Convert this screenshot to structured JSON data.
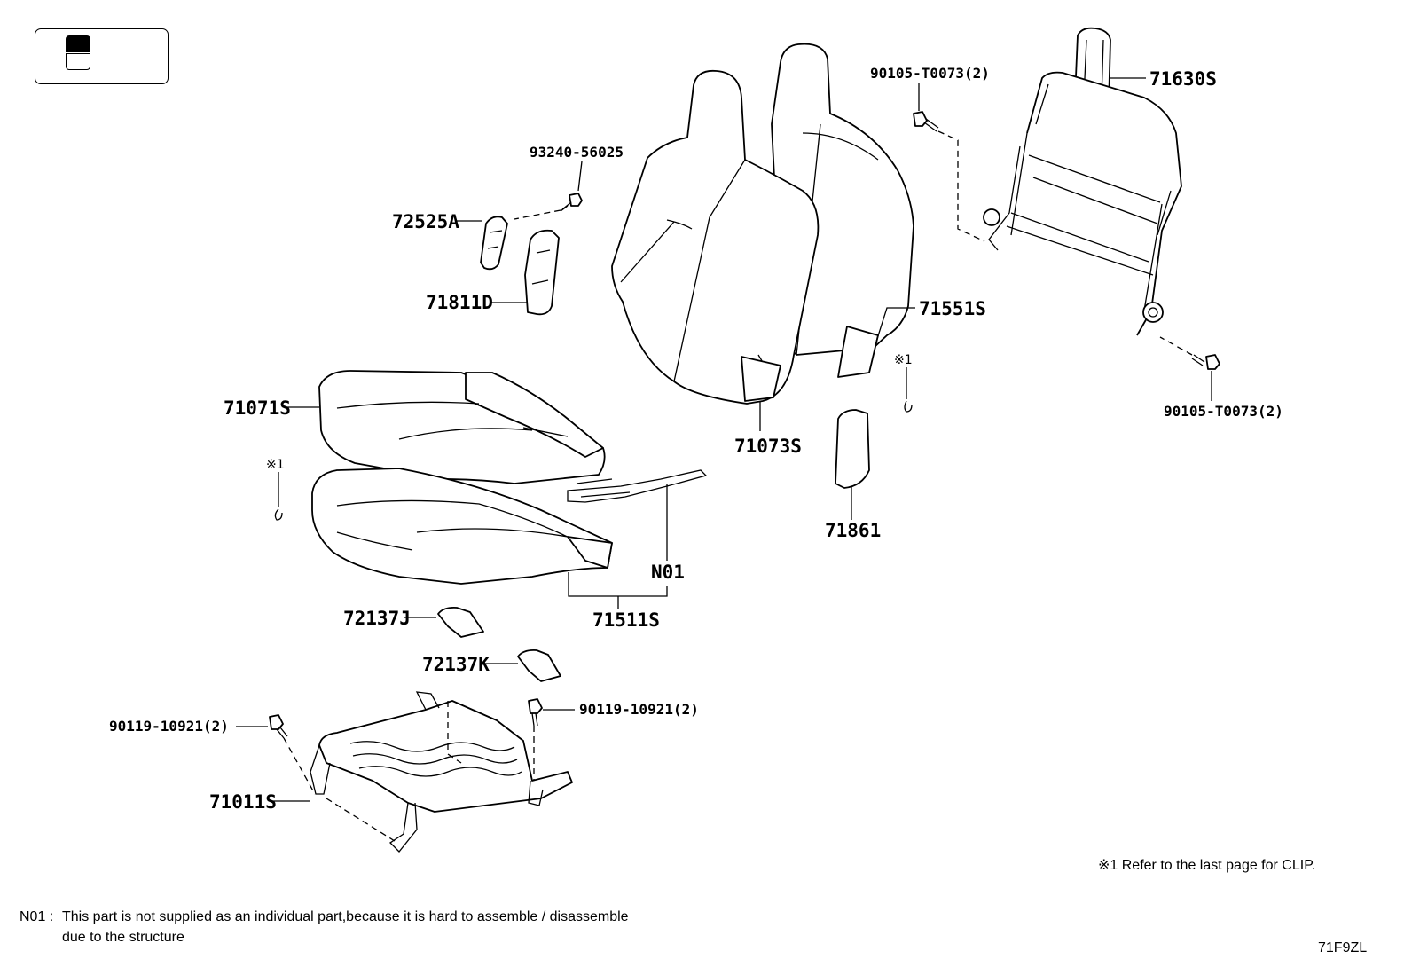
{
  "legend": {
    "dark_swatch": "#000000",
    "light_swatch": "#ffffff"
  },
  "labels": {
    "p93240": "93240-56025",
    "p72525a": "72525A",
    "p71811d": "71811D",
    "p71071s": "71071S",
    "p71073s": "71073S",
    "p71551s": "71551S",
    "p90105_top": "90105-T0073(2)",
    "p71630s": "71630S",
    "p90105_bottom": "90105-T0073(2)",
    "p71861": "71861",
    "clip_ref_a": "※1",
    "clip_ref_b": "※1",
    "pn01": "N01",
    "p71511s": "71511S",
    "p72137j": "72137J",
    "p72137k": "72137K",
    "p90119_right": "90119-10921(2)",
    "p90119_left": "90119-10921(2)",
    "p71011s": "71011S"
  },
  "notes": {
    "clip_note": "※1  Refer to the last page for CLIP.",
    "n01_key": "N01 :",
    "n01_line1": "This part is not supplied as an individual part,because it is hard to assemble / disassemble",
    "n01_line2": "due to the structure",
    "figure_code": "71F9ZL"
  }
}
